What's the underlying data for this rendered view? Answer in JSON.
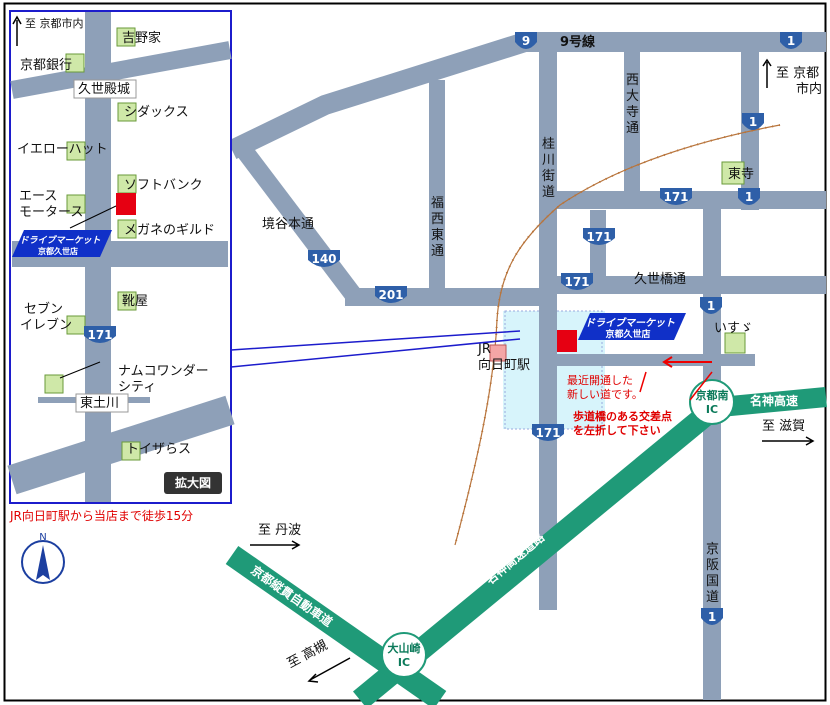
{
  "inset": {
    "title": "拡大図",
    "to_kyoto": "至 京都市内",
    "stores": {
      "yoshinoya": "吉野家",
      "kyoto_bank": "京都銀行",
      "shidax": "シダックス",
      "yellow_hat": "イエローハット",
      "softbank": "ソフトバンク",
      "ace_motors_1": "エース",
      "ace_motors_2": "モータース",
      "megane_guild": "メガネのギルド",
      "seven_1": "セブン",
      "seven_2": "イレブン",
      "kutsuya": "靴屋",
      "namco_1": "ナムコワンダー",
      "namco_2": "シティ",
      "toysrus": "トイザらス"
    },
    "intersections": {
      "kuze_dono": "久世殿城",
      "higashi_dogawa": "東土川"
    },
    "route_171": "171",
    "logo_line1": "ドライブマーケット",
    "logo_line2": "京都久世店"
  },
  "walk_note": "JR向日町駅から当店まで徒歩15分",
  "compass": "N",
  "main": {
    "route9": "9",
    "route9_name": "9号線",
    "route1": "1",
    "route171": "171",
    "route201": "201",
    "route140": "140",
    "to_kyoto_1": "至 京都",
    "to_kyoto_2": "市内",
    "nishi_oji_1": "西",
    "nishi_oji_2": "大",
    "nishi_oji_3": "寺",
    "nishi_oji_4": "通",
    "katsura_1": "桂",
    "katsura_2": "川",
    "katsura_3": "街",
    "katsura_4": "道",
    "fukunishi_1": "福",
    "fukunishi_2": "西",
    "fukunishi_3": "東",
    "fukunishi_4": "通",
    "sakaidani": "境谷本通",
    "toji": "東寺",
    "kuze_bridge": "久世橋通",
    "isuzu": "いすゞ",
    "jr_station_1": "JR",
    "jr_station_2": "向日町駅",
    "logo_line1": "ドライブマーケット",
    "logo_line2": "京都久世店",
    "note_new_road_1": "最近開通した",
    "note_new_road_2": "新しい道です。",
    "note_turn_1": "歩道橋のある交差点",
    "note_turn_2": "を左折して下さい",
    "kyoto_minami_ic_1": "京都南",
    "kyoto_minami_ic_2": "IC",
    "meishin": "名神高速",
    "to_shiga": "至 滋賀",
    "keihan_1": "京",
    "keihan_2": "阪",
    "keihan_3": "国",
    "keihan_4": "道",
    "meishin_road": "名神高速道路",
    "to_tanba": "至 丹波",
    "kyoto_juukan": "京都縦貫自動車道",
    "oyamazaki_ic_1": "大山崎",
    "oyamazaki_ic_2": "IC",
    "to_takatsuki": "至 高槻"
  },
  "colors": {
    "road": "#8ea0b8",
    "highway": "#1f9a78",
    "shield": "#2e5fa8",
    "marker_red": "#e60012",
    "frame_blue": "#1c1ccc",
    "station_area": "#d7f4fb"
  }
}
